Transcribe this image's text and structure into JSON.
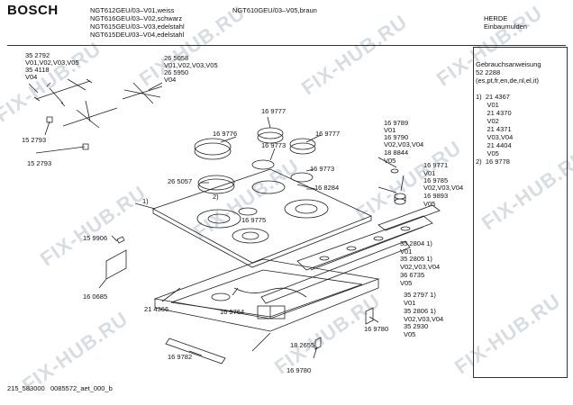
{
  "header": {
    "brand": "BOSCH",
    "models": [
      "NGT612GEU/03–V01,weiss",
      "NGT616GEU/03–V02,schwarz",
      "NGT615GEU/03–V03,edelstahl",
      "NGT615DEU/03–V04,edelstahl"
    ],
    "model_right": "NGT610GEU/03–V05,braun",
    "category": [
      "HERDE",
      "Einbaumulden"
    ]
  },
  "sidebar": {
    "lines": [
      "Gebrauchsanweisung",
      "52 2288",
      "(es,pt,fr,en,de,nl,el,it)",
      "",
      "1)  21 4367",
      "      V01",
      "      21 4370",
      "      V02",
      "      21 4371",
      "      V03,V04",
      "      21 4404",
      "      V05",
      "2)  16 9778"
    ]
  },
  "parts": {
    "p1": [
      "35 2792",
      "V01,V02,V03,V05",
      "35 4118",
      "V04"
    ],
    "p2": [
      "26 5058",
      "V01,V02,V03,V05",
      "26 5950",
      "V04"
    ],
    "p3": "15 2793",
    "p4": "15 2793",
    "p5": "16 9777",
    "p6": "16 9776",
    "p7": "16 9773",
    "p8": "16 9777",
    "p9": "26 5057",
    "p10": "2)",
    "p11": "16 9773",
    "p12": "16 8284",
    "p13": "16 9775",
    "p14": "1)",
    "p15": [
      "16 9789",
      "V01",
      "16 9790",
      "V02,V03,V04",
      "18 8844",
      "V05"
    ],
    "p16": [
      "16 9771",
      "V01",
      "16 9785",
      "V02,V03,V04",
      "16 9893",
      "V05"
    ],
    "p17": "15 9906",
    "p18": "16 0685",
    "p19": [
      "35 2804 1)",
      "V01",
      "35 2805 1)",
      "V02,V03,V04",
      "36 6735",
      "V05"
    ],
    "p20": [
      "35 2797 1)",
      "V01",
      "35 2806 1)",
      "V02,V03,V04",
      "35 2930",
      "V05"
    ],
    "p21": "21 4366",
    "p22": "16 9764",
    "p23": "18 2655",
    "p24": "16 9780",
    "p25": "16 9782",
    "p26": "16 9780"
  },
  "footer": "215_583000   0085572_aet_000_b",
  "watermark": "FIX-HUB.RU"
}
